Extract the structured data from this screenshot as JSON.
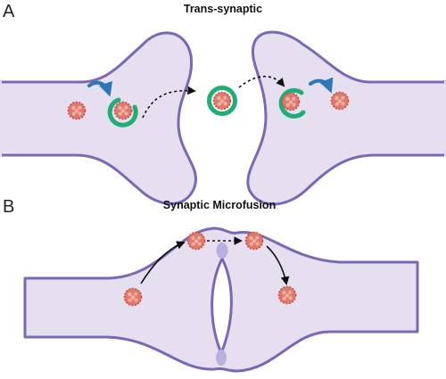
{
  "panels": [
    {
      "letter": "A",
      "title": "Trans-synaptic"
    },
    {
      "letter": "B",
      "title": "Synaptic Microfusion"
    }
  ],
  "colors": {
    "membrane": "#7b68b5",
    "cytoplasm": "#e6dff0",
    "vesicle_ring": "#1fae75",
    "particle": "#e07a6d",
    "particle_edge": "#c64f42",
    "uptake_arrow": "#2b77b8",
    "transport_arrow": "#111111",
    "fusion_pore": "#b8b0e0"
  },
  "icons": [
    "protein-aggregate-icon",
    "vesicle-icon",
    "uptake-arrow-icon",
    "transport-arrow-icon"
  ]
}
